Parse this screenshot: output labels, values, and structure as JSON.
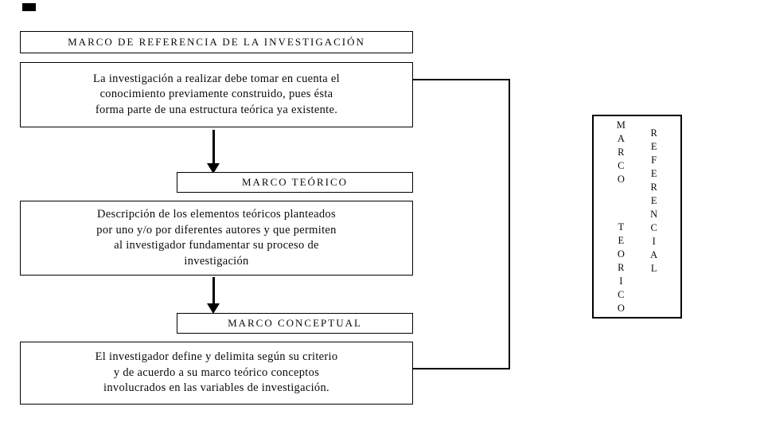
{
  "diagram": {
    "box1": {
      "title": "MARCO DE REFERENCIA DE LA INVESTIGACIÓN",
      "body": "La investigación a realizar debe tomar en cuenta el\nconocimiento previamente construido, pues ésta\nforma parte de una estructura teórica ya existente."
    },
    "box2": {
      "title": "MARCO TEÓRICO",
      "body": "Descripción de los elementos teóricos planteados\npor uno y/o por  diferentes autores y que permiten\nal investigador fundamentar su proceso de\ninvestigación"
    },
    "box3": {
      "title": "MARCO CONCEPTUAL",
      "body": "El investigador define y delimita según su criterio\ny de acuerdo a su marco teórico conceptos\ninvolucrados en las variables de investigación."
    },
    "side_box": {
      "column1": "MARCO TEORICO",
      "column2": "REFERENCIAL"
    },
    "colors": {
      "line": "#000000",
      "background": "#ffffff"
    }
  }
}
